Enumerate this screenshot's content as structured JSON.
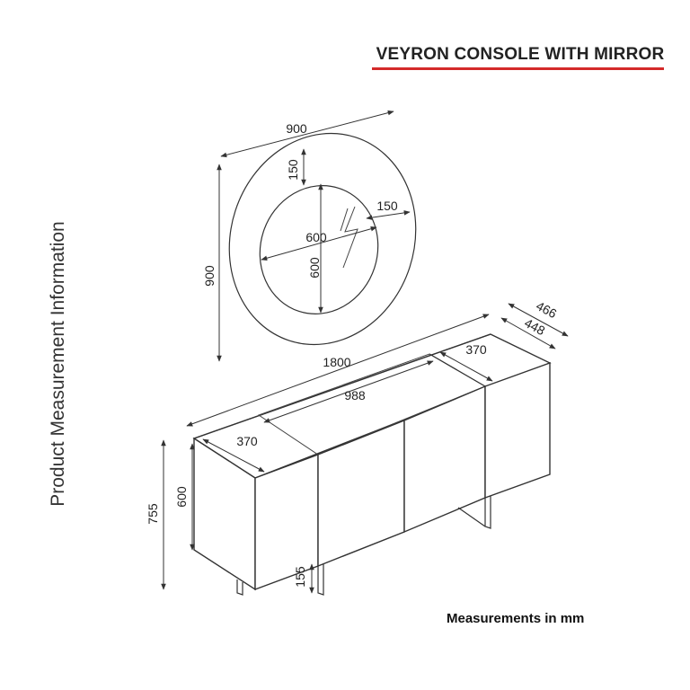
{
  "title": "VEYRON CONSOLE WITH MIRROR",
  "side_label": "Product Measurement Information",
  "units_note": "Measurements in mm",
  "accent_color": "#d42a2a",
  "mirror": {
    "outer_width": "900",
    "outer_height": "900",
    "frame_top": "150",
    "frame_right": "150",
    "inner_width": "600",
    "inner_height": "600"
  },
  "console": {
    "total_width": "1800",
    "center_width": "988",
    "top_left_depth": "370",
    "top_right_depth": "370",
    "outer_depth": "466",
    "inner_depth": "448",
    "body_height": "600",
    "total_height": "755",
    "leg_height": "155"
  }
}
